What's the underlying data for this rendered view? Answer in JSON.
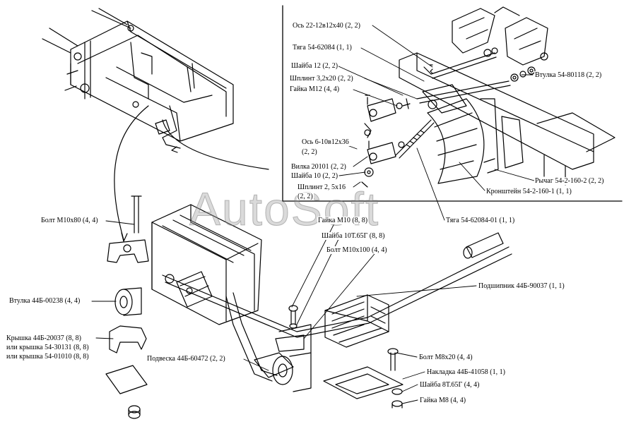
{
  "watermark": "AutoSoft",
  "labels": {
    "os_22": "Ось 22-12в12х40 (2, 2)",
    "tyaga_1": "Тяга 54-62084 (1, 1)",
    "shayba_12": "Шайба 12 (2, 2)",
    "shplint_3": "Шплинт 3,2х20 (2, 2)",
    "gayka_m12": "Гайка М12 (4, 4)",
    "vtulka_80118": "Втулка 54-80118 (2, 2)",
    "os_6_a": "Ось 6-10в12х36",
    "os_6_b": "(2, 2)",
    "vilka": "Вилка 20101 (2, 2)",
    "shayba_10": "Шайба 10 (2, 2)",
    "shplint_2_a": "Шплинт 2, 5х16",
    "shplint_2_b": "(2, 2)",
    "rychag": "Рычаг 54-2-160-2 (2, 2)",
    "kronshtein": "Кронштейн 54-2-160-1 (1, 1)",
    "tyaga_2": "Тяга 54-62084-01 (1, 1)",
    "bolt_m10x80": "Болт М10х80 (4, 4)",
    "gayka_m10": "Гайка М10 (8, 8)",
    "shayba_10t": "Шайба 10Т.65Г (8, 8)",
    "bolt_m10x100": "Болт М10х100 (4, 4)",
    "podshipnik": "Подшипник 44Б-90037 (1, 1)",
    "vtulka_00238": "Втулка 44Б-00238 (4, 4)",
    "kryshka_1": "Крышка 44Б-20037 (8, 8)",
    "kryshka_2": "или крышка 54-30131 (8, 8)",
    "kryshka_3": "или крышка 54-01010 (8, 8)",
    "podveska": "Подвеска 44Б-60472 (2, 2)",
    "bolt_m8": "Болт М8х20 (4, 4)",
    "nakladka": "Накладка 44Б-41058 (1, 1)",
    "shayba_8t": "Шайба 8Т.65Г (4, 4)",
    "gayka_m8": "Гайка М8 (4, 4)"
  }
}
